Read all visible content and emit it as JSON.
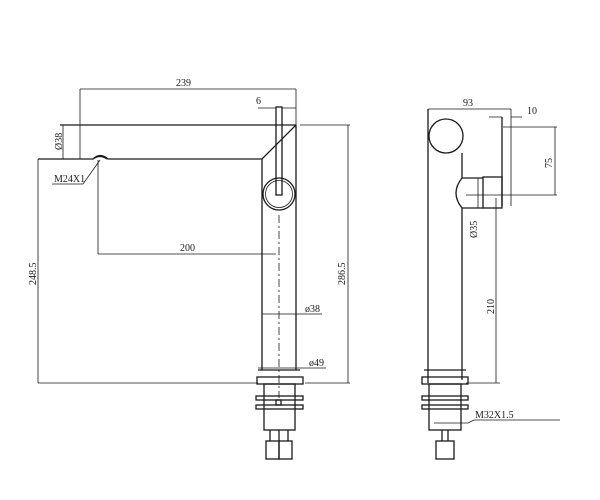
{
  "front_view": {
    "dim_overall_reach": "239",
    "dim_lever_width": "6",
    "dim_spout_diameter": "Ø38",
    "thread_spout": "M24X1",
    "dim_spout_reach": "200",
    "dim_spout_height": "248.5",
    "dim_total_height": "286.5",
    "dim_body_diameter": "ø38",
    "dim_base_diameter": "ø49"
  },
  "side_view": {
    "dim_depth": "93",
    "dim_plate": "10",
    "dim_handle_height": "75",
    "dim_handle_diameter": "Ø35",
    "dim_handle_from_base": "210",
    "thread_base": "M32X1.5"
  },
  "colors": {
    "line": "#1a1a1a",
    "background": "#ffffff"
  }
}
